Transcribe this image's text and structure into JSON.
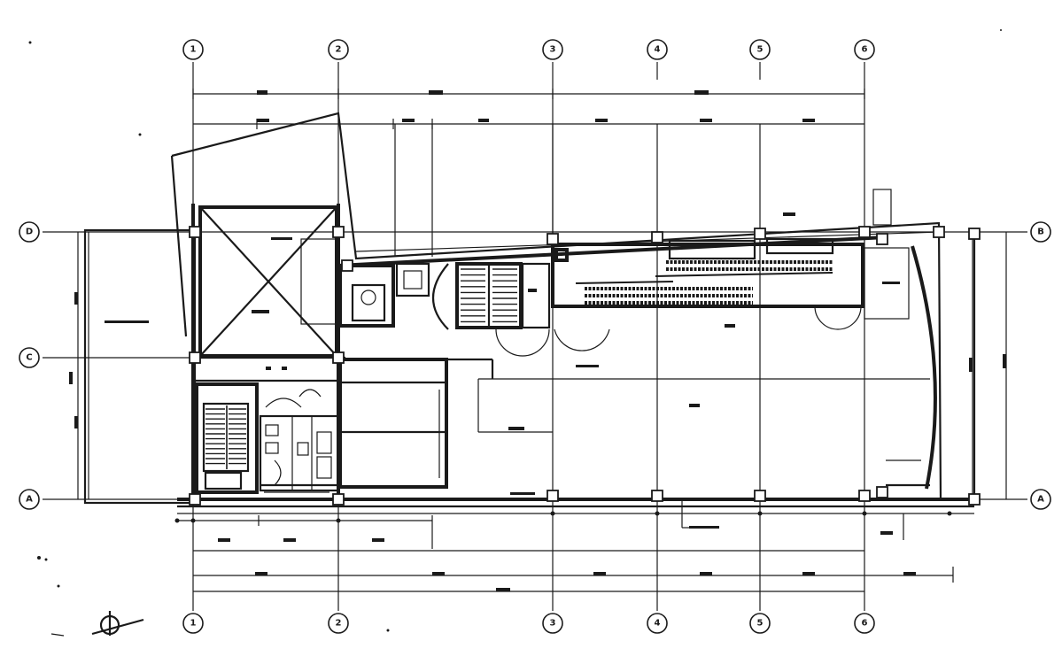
{
  "grid": {
    "top": [
      "1",
      "2",
      "3",
      "4",
      "5",
      "6"
    ],
    "bottom": [
      "1",
      "2",
      "3",
      "4",
      "5",
      "6"
    ],
    "left": [
      "D",
      "C",
      "A"
    ],
    "right": [
      "B",
      "A"
    ]
  },
  "north_arrow": "north-arrow-icon"
}
